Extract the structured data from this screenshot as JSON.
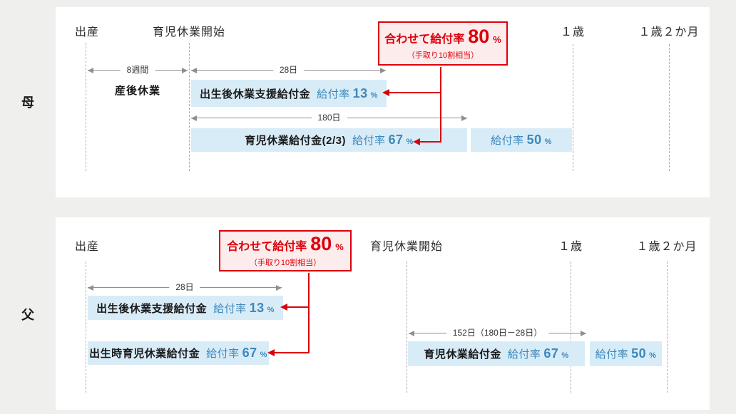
{
  "colors": {
    "page_bg": "#efefed",
    "panel_bg": "#ffffff",
    "accent_red": "#dc000c",
    "badge_bg": "#fdecec",
    "benefit_box_bg": "#d8ecf8",
    "benefit_text_blue": "#3d88bb"
  },
  "mother": {
    "row_label": "母",
    "labels": {
      "birth": "出産",
      "leave_start": "育児休業開始",
      "age_1": "１歳",
      "age_1y2m": "１歳２か月"
    },
    "badge": {
      "prefix": "合わせて給付率",
      "value": "80",
      "unit": "%",
      "note": "（手取り10割相当）"
    },
    "spans": {
      "w8": "8週間",
      "d28": "28日",
      "d180": "180日"
    },
    "postnatal_label": "産後休業",
    "boxes": {
      "support": {
        "name": "出生後休業支援給付金",
        "rate_label": "給付率",
        "value": "13",
        "unit": "%"
      },
      "main": {
        "name": "育児休業給付金(2/3)",
        "rate_label": "給付率",
        "value": "67",
        "unit": "%"
      },
      "reduced": {
        "rate_label": "給付率",
        "value": "50",
        "unit": "%"
      }
    }
  },
  "father": {
    "row_label": "父",
    "labels": {
      "birth": "出産",
      "leave_start": "育児休業開始",
      "age_1": "１歳",
      "age_1y2m": "１歳２か月"
    },
    "badge": {
      "prefix": "合わせて給付率",
      "value": "80",
      "unit": "%",
      "note": "（手取り10割相当）"
    },
    "spans": {
      "d28": "28日",
      "d152": "152日（180日－28日）"
    },
    "boxes": {
      "support": {
        "name": "出生後休業支援給付金",
        "rate_label": "給付率",
        "value": "13",
        "unit": "%"
      },
      "birth_leave": {
        "name": "出生時育児休業給付金",
        "rate_label": "給付率",
        "value": "67",
        "unit": "%"
      },
      "main": {
        "name": "育児休業給付金",
        "rate_label": "給付率",
        "value": "67",
        "unit": "%"
      },
      "reduced": {
        "rate_label": "給付率",
        "value": "50",
        "unit": "%"
      }
    }
  }
}
